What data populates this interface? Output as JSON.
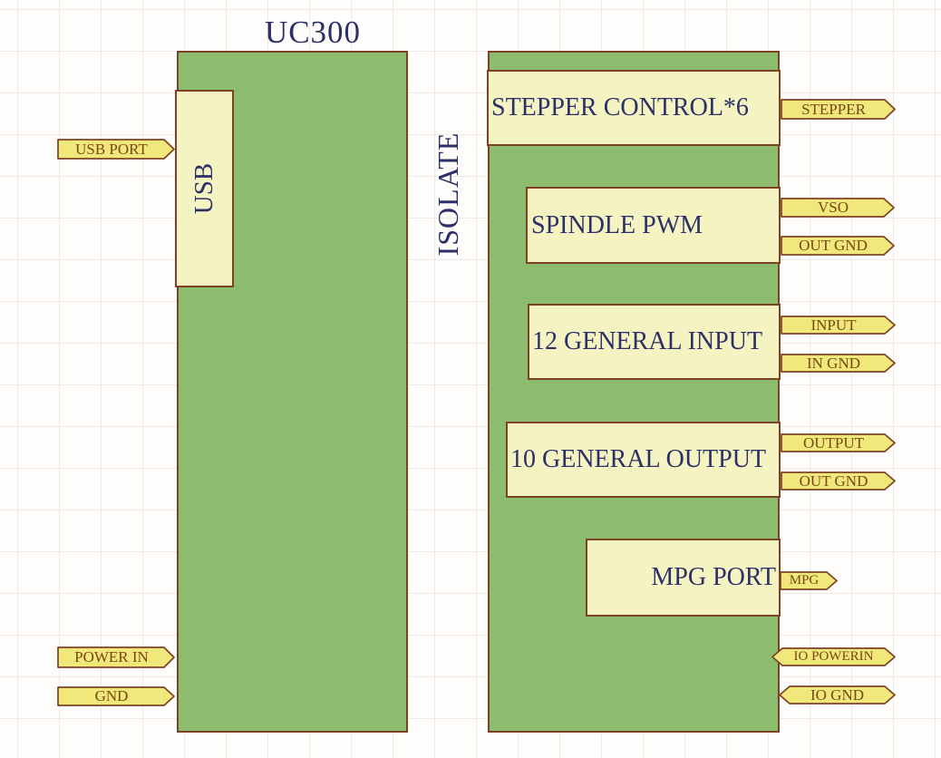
{
  "diagram": {
    "title": "UC300",
    "isolate_label": "ISOLATE",
    "usb_label": "USB",
    "modules": {
      "stepper": "STEPPER CONTROL*6",
      "spindle": "SPINDLE PWM",
      "general_input": "12 GENERAL INPUT",
      "general_output": "10 GENERAL OUTPUT",
      "mpg": "MPG PORT"
    },
    "ports": {
      "usb_port": "USB PORT",
      "power_in": "POWER IN",
      "gnd": "GND",
      "stepper": "STEPPER",
      "vso": "VSO",
      "out_gnd_1": "OUT GND",
      "input": "INPUT",
      "in_gnd": "IN GND",
      "output": "OUTPUT",
      "out_gnd_2": "OUT GND",
      "mpg": "MPG",
      "io_powerin": "IO POWERIN",
      "io_gnd": "IO GND"
    },
    "colors": {
      "block_green": "#8cbc6e",
      "module_yellow": "#f6f3c3",
      "port_yellow": "#f0e87a",
      "border_brown": "#7d4226",
      "text_navy": "#2b3166",
      "text_brown": "#784712"
    }
  }
}
